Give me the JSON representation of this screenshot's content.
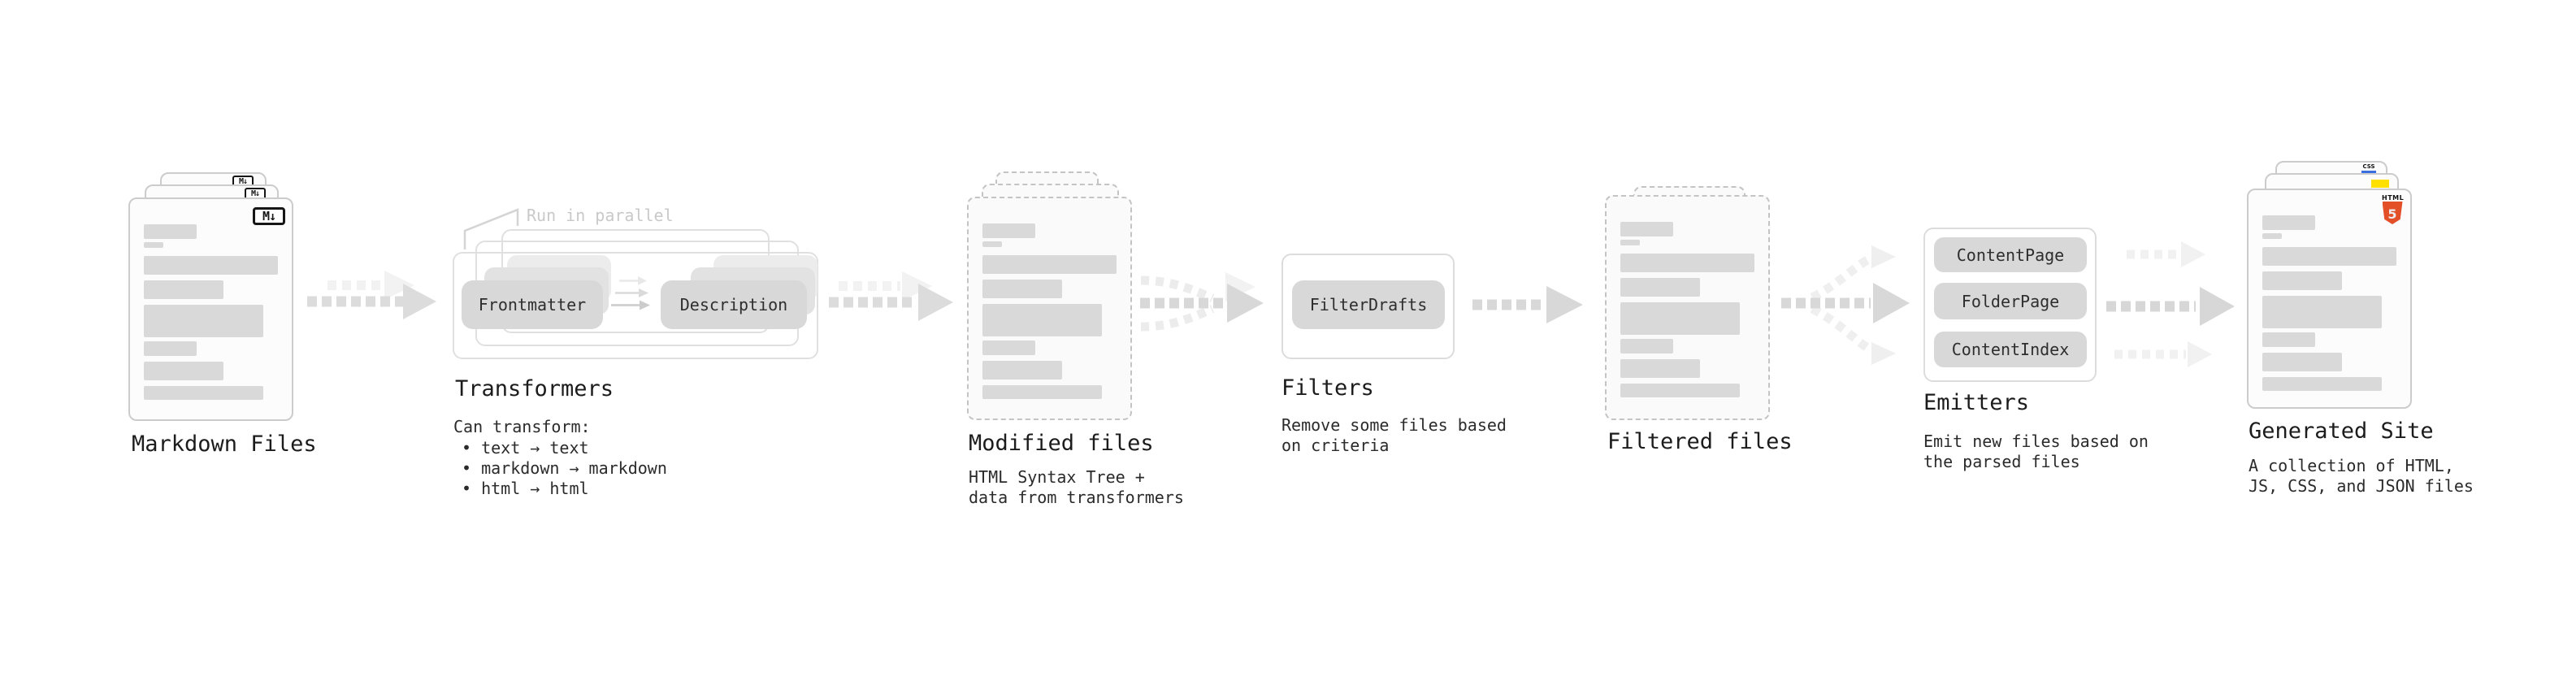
{
  "stages": {
    "markdown_files": {
      "label": "Markdown Files",
      "badge": "M↓"
    },
    "transformers": {
      "label": "Transformers",
      "annotation": "Run in parallel",
      "pills": [
        "Frontmatter",
        "Description"
      ],
      "description_title": "Can transform:",
      "bullets": [
        "text → text",
        "markdown → markdown",
        "html → html"
      ]
    },
    "modified_files": {
      "label": "Modified files",
      "description_lines": [
        "HTML Syntax Tree +",
        "data from transformers"
      ]
    },
    "filters": {
      "label": "Filters",
      "pills": [
        "FilterDrafts"
      ],
      "description_lines": [
        "Remove some files based",
        "on criteria"
      ]
    },
    "filtered_files": {
      "label": "Filtered files"
    },
    "emitters": {
      "label": "Emitters",
      "pills": [
        "ContentPage",
        "FolderPage",
        "ContentIndex"
      ],
      "description_lines": [
        "Emit new files based on",
        "the parsed files"
      ]
    },
    "generated_site": {
      "label": "Generated Site",
      "css_badge": "CSS",
      "html5_word": "HTML",
      "html5_number": "5",
      "description_lines": [
        "A collection of HTML,",
        "JS, CSS, and JSON files"
      ]
    }
  },
  "colors": {
    "html5_orange": "#e34f26",
    "js_yellow": "#ffe000",
    "css_blue": "#3b6fe0",
    "bar_gray": "#d9d9d9",
    "pill_gray": "#d8d8d8"
  }
}
